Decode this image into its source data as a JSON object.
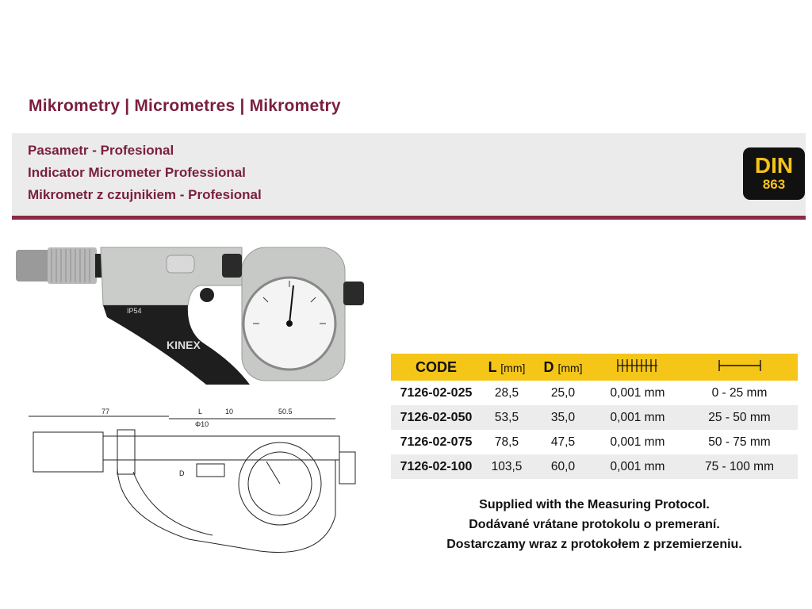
{
  "header": {
    "title": "Mikrometry | Micrometres | Mikrometry",
    "subtitle_cz": "Pasametr - Profesional",
    "subtitle_en": "Indicator Micrometer Professional",
    "subtitle_pl": "Mikrometr z czujnikiem - Profesional",
    "badge_top": "DIN",
    "badge_bottom": "863"
  },
  "product_photo": {
    "ip_label": "IP54",
    "brand": "KINEX"
  },
  "drawing": {
    "dim_77": "77",
    "dim_L": "L",
    "dim_10": "10",
    "dim_50_5": "50.5",
    "dim_phi10": "Φ10",
    "dim_D": "D"
  },
  "table": {
    "headers": {
      "code": "CODE",
      "l": "L",
      "l_unit": "[mm]",
      "d": "D",
      "d_unit": "[mm]",
      "resolution_icon": "scale-icon",
      "range_icon": "range-icon"
    },
    "rows": [
      {
        "code": "7126-02-025",
        "l": "28,5",
        "d": "25,0",
        "res": "0,001 mm",
        "range": "0 - 25 mm"
      },
      {
        "code": "7126-02-050",
        "l": "53,5",
        "d": "35,0",
        "res": "0,001 mm",
        "range": "25 - 50 mm"
      },
      {
        "code": "7126-02-075",
        "l": "78,5",
        "d": "47,5",
        "res": "0,001 mm",
        "range": "50 - 75 mm"
      },
      {
        "code": "7126-02-100",
        "l": "103,5",
        "d": "60,0",
        "res": "0,001 mm",
        "range": "75 - 100 mm"
      }
    ]
  },
  "notes": {
    "en": "Supplied with the Measuring Protocol.",
    "sk": "Dodávané vrátane protokolu o premeraní.",
    "pl": "Dostarczamy wraz  z protokołem z przemierzeniu."
  },
  "colors": {
    "brand": "#7a1f3d",
    "accent": "#f5c518",
    "band": "#ebebeb"
  }
}
